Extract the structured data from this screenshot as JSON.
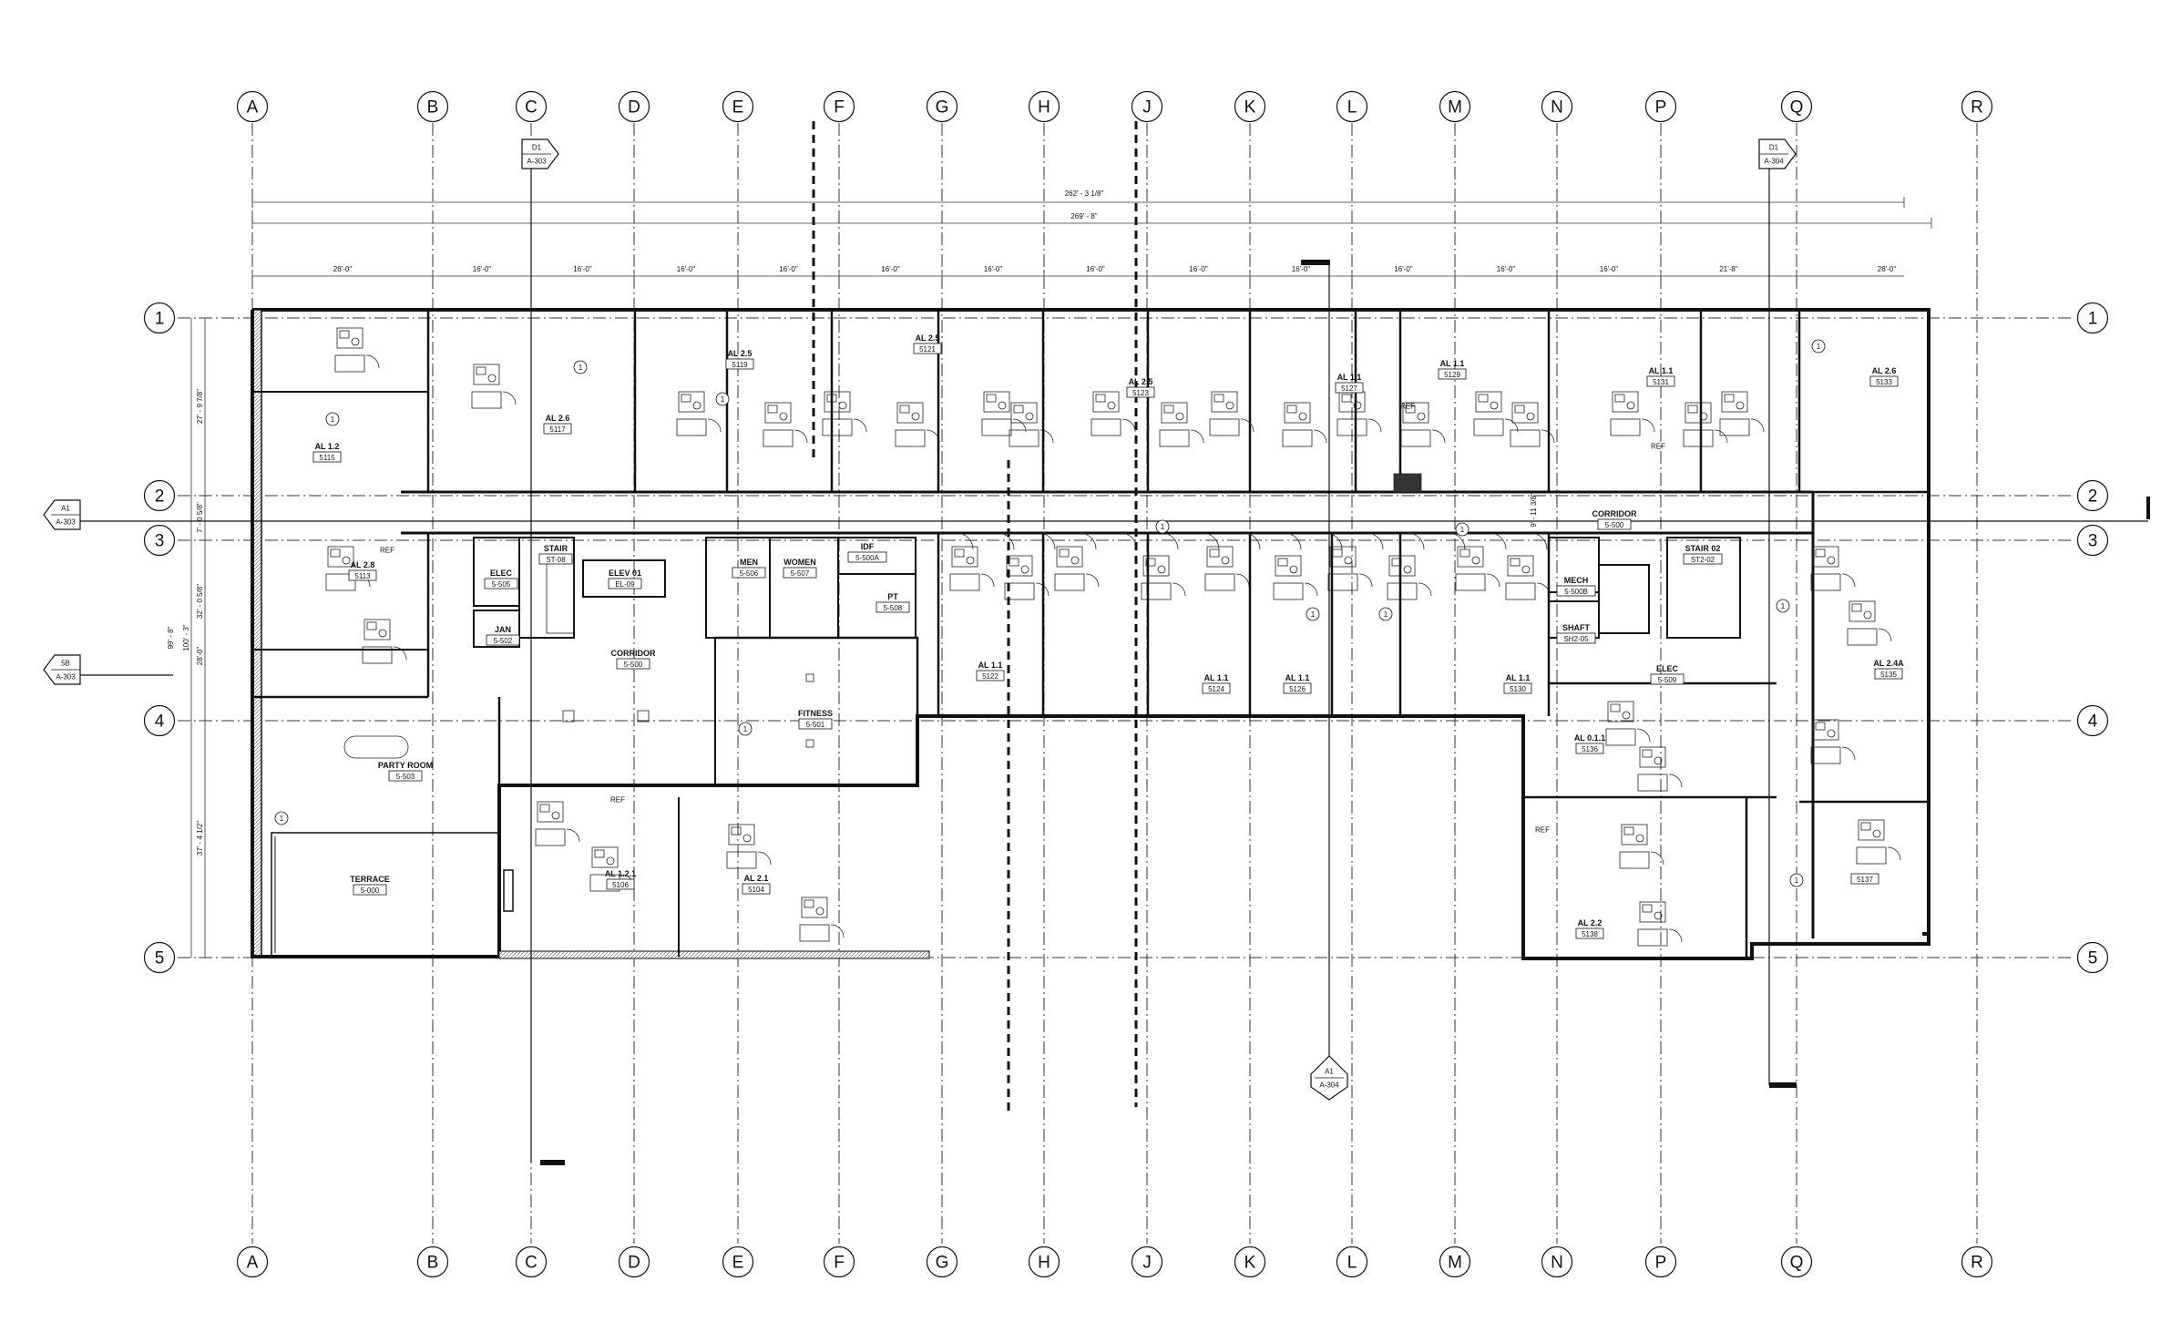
{
  "grid_columns": [
    "A",
    "B",
    "C",
    "D",
    "E",
    "F",
    "G",
    "H",
    "J",
    "K",
    "L",
    "M",
    "N",
    "P",
    "Q",
    "R"
  ],
  "grid_rows": [
    "1",
    "2",
    "3",
    "4",
    "5"
  ],
  "overall_dims": [
    "262' - 3 1/8\"",
    "269' - 8\""
  ],
  "column_dims": [
    "28'-0\"",
    "16'-0\"",
    "16'-0\"",
    "16'-0\"",
    "16'-0\"",
    "16'-0\"",
    "16'-0\"",
    "16'-0\"",
    "16'-0\"",
    "16'-0\"",
    "16'-0\"",
    "16'-0\"",
    "16'-0\"",
    "21'-8\"",
    "28'-0\""
  ],
  "row_dims": [
    "27' - 9 7/8\"",
    "7' - 0 5/8\"",
    "32' - 0 5/8\"",
    "28'-0\"",
    "37' - 4 1/2\""
  ],
  "vertical_dims": [
    "99' - 8\"",
    "100' - 3\"",
    "9' - 11 3/8\""
  ],
  "section_marks": [
    {
      "name": "D1",
      "sheet": "A-303"
    },
    {
      "name": "D1",
      "sheet": "A-304"
    },
    {
      "name": "A1",
      "sheet": "A-303"
    },
    {
      "name": "5B",
      "sheet": "A-303"
    },
    {
      "name": "A1",
      "sheet": "A-304"
    }
  ],
  "rooms": [
    {
      "name": "AL 1.2",
      "number": "5115"
    },
    {
      "name": "AL 2.6",
      "number": "5117"
    },
    {
      "name": "AL 2.5",
      "number": "5119"
    },
    {
      "name": "AL 2.5",
      "number": "5121"
    },
    {
      "name": "AL 2.5",
      "number": "5123"
    },
    {
      "name": "AL 1.1",
      "number": "5127"
    },
    {
      "name": "AL 1.1",
      "number": "5129"
    },
    {
      "name": "AL 1.1",
      "number": "5131"
    },
    {
      "name": "AL 2.6",
      "number": "5133"
    },
    {
      "name": "AL 2.8",
      "number": "5113"
    },
    {
      "name": "ELEC",
      "number": "5-505"
    },
    {
      "name": "STAIR",
      "number": "ST-08"
    },
    {
      "name": "ELEV 01",
      "number": "EL-09"
    },
    {
      "name": "JAN",
      "number": "5-502"
    },
    {
      "name": "MEN",
      "number": "5-506"
    },
    {
      "name": "WOMEN",
      "number": "5-507"
    },
    {
      "name": "IDF",
      "number": "5-500A"
    },
    {
      "name": "PT",
      "number": "5-508"
    },
    {
      "name": "CORRIDOR",
      "number": "5-500"
    },
    {
      "name": "FITNESS",
      "number": "5-501"
    },
    {
      "name": "PARTY ROOM",
      "number": "5-503"
    },
    {
      "name": "TERRACE",
      "number": "5-000"
    },
    {
      "name": "AL 1.2.1",
      "number": "5106"
    },
    {
      "name": "AL 2.1",
      "number": "5104"
    },
    {
      "name": "AL 1.1",
      "number": "5122"
    },
    {
      "name": "AL 1.1",
      "number": "5124"
    },
    {
      "name": "AL 1.1",
      "number": "5126"
    },
    {
      "name": "AL 1.1",
      "number": "5130"
    },
    {
      "name": "CORRIDOR",
      "number": "5-500"
    },
    {
      "name": "MECH",
      "number": "5-500B"
    },
    {
      "name": "SHAFT",
      "number": "SH2-05"
    },
    {
      "name": "STAIR 02",
      "number": "ST2-02"
    },
    {
      "name": "ELEC",
      "number": "5-509"
    },
    {
      "name": "AL 2.4A",
      "number": "5135"
    },
    {
      "name": "AL 0.1.1",
      "number": "5136"
    },
    {
      "name": "AL 2.2",
      "number": "5138"
    },
    {
      "name": "",
      "number": "5137"
    }
  ],
  "tags": {
    "unit_type": "1",
    "fridge": "REF"
  },
  "colors": {
    "line": "#111111",
    "background": "#ffffff"
  }
}
